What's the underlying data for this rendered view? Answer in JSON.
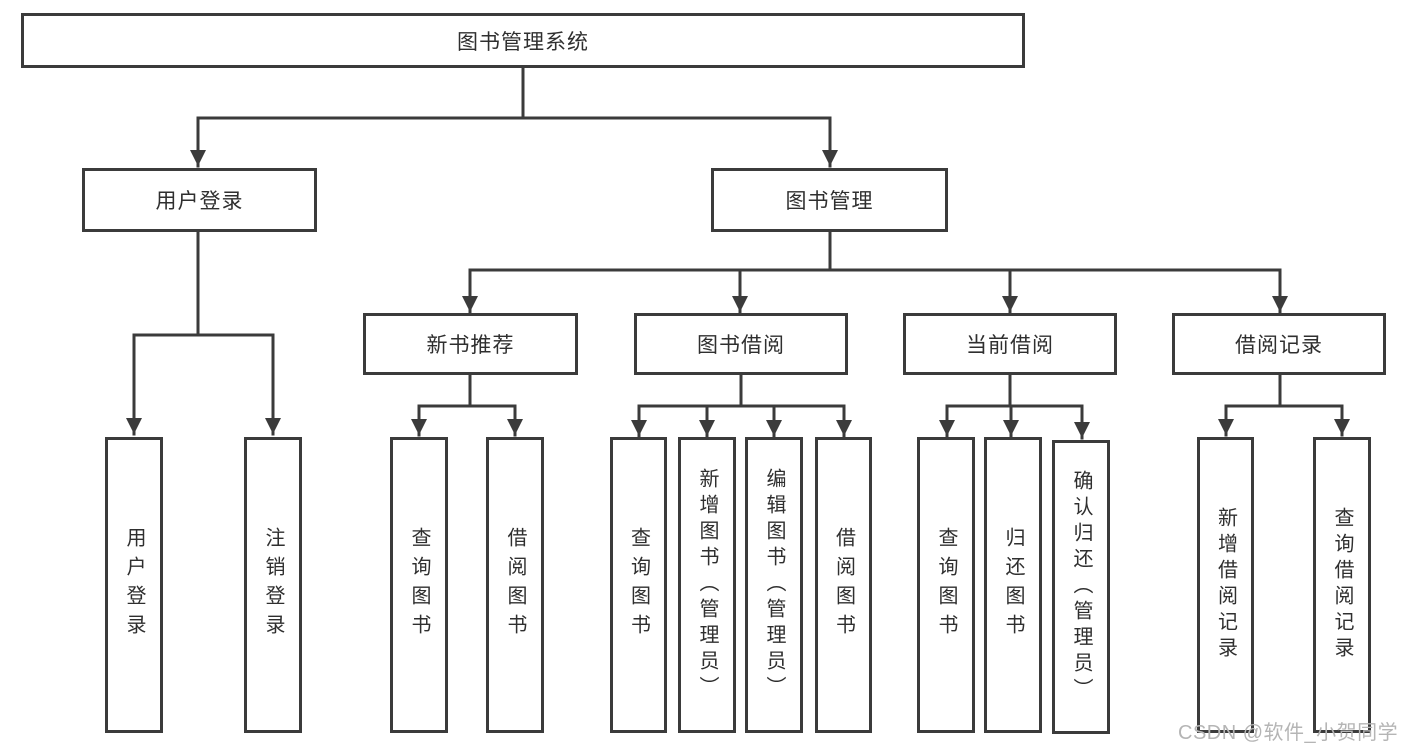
{
  "colors": {
    "line": "#3b3b3b",
    "box_border": "#3b3b3b",
    "text": "#2f2f2f",
    "watermark": "#b5b5b5",
    "background": "#ffffff"
  },
  "watermark": {
    "text": "CSDN @软件_小贺同学"
  },
  "tree": {
    "root": {
      "label": "图书管理系统",
      "children": [
        {
          "label": "用户登录",
          "children": [
            {
              "label": "用户登录"
            },
            {
              "label": "注销登录"
            }
          ]
        },
        {
          "label": "图书管理",
          "children": [
            {
              "label": "新书推荐",
              "children": [
                {
                  "label": "查询图书"
                },
                {
                  "label": "借阅图书"
                }
              ]
            },
            {
              "label": "图书借阅",
              "children": [
                {
                  "label": "查询图书"
                },
                {
                  "label": "新增图书（管理员）"
                },
                {
                  "label": "编辑图书（管理员）"
                },
                {
                  "label": "借阅图书"
                }
              ]
            },
            {
              "label": "当前借阅",
              "children": [
                {
                  "label": "查询图书"
                },
                {
                  "label": "归还图书"
                },
                {
                  "label": "确认归还（管理员）"
                }
              ]
            },
            {
              "label": "借阅记录",
              "children": [
                {
                  "label": "新增借阅记录"
                },
                {
                  "label": "查询借阅记录"
                }
              ]
            }
          ]
        }
      ]
    }
  }
}
